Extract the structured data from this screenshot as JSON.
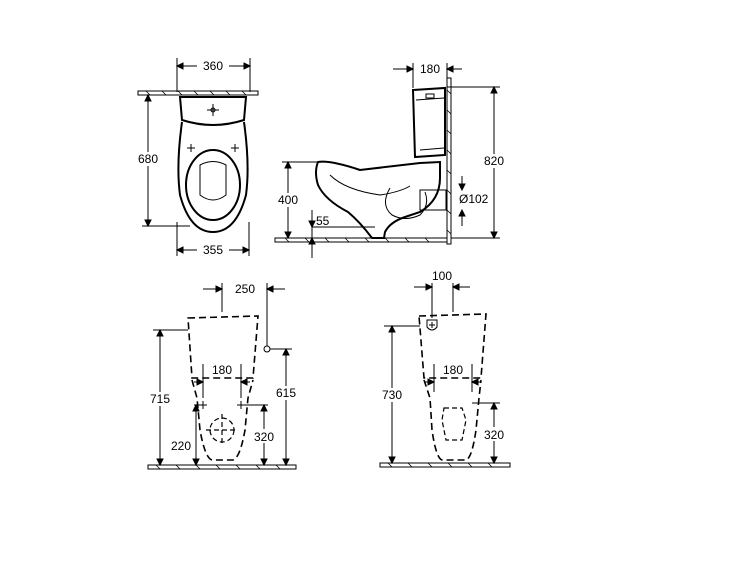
{
  "top_view": {
    "width_top": "360",
    "depth": "680",
    "width_bottom": "355"
  },
  "side_view": {
    "cistern_depth": "180",
    "total_height": "820",
    "seat_height": "400",
    "outlet_height": "55",
    "outlet_diameter": "Ø102"
  },
  "floor_plan_a": {
    "width": "250",
    "spacing": "180",
    "length": "715",
    "connection": "615",
    "offset": "220",
    "outlet": "320"
  },
  "floor_plan_b": {
    "width": "100",
    "spacing": "180",
    "length": "730",
    "outlet": "320"
  }
}
